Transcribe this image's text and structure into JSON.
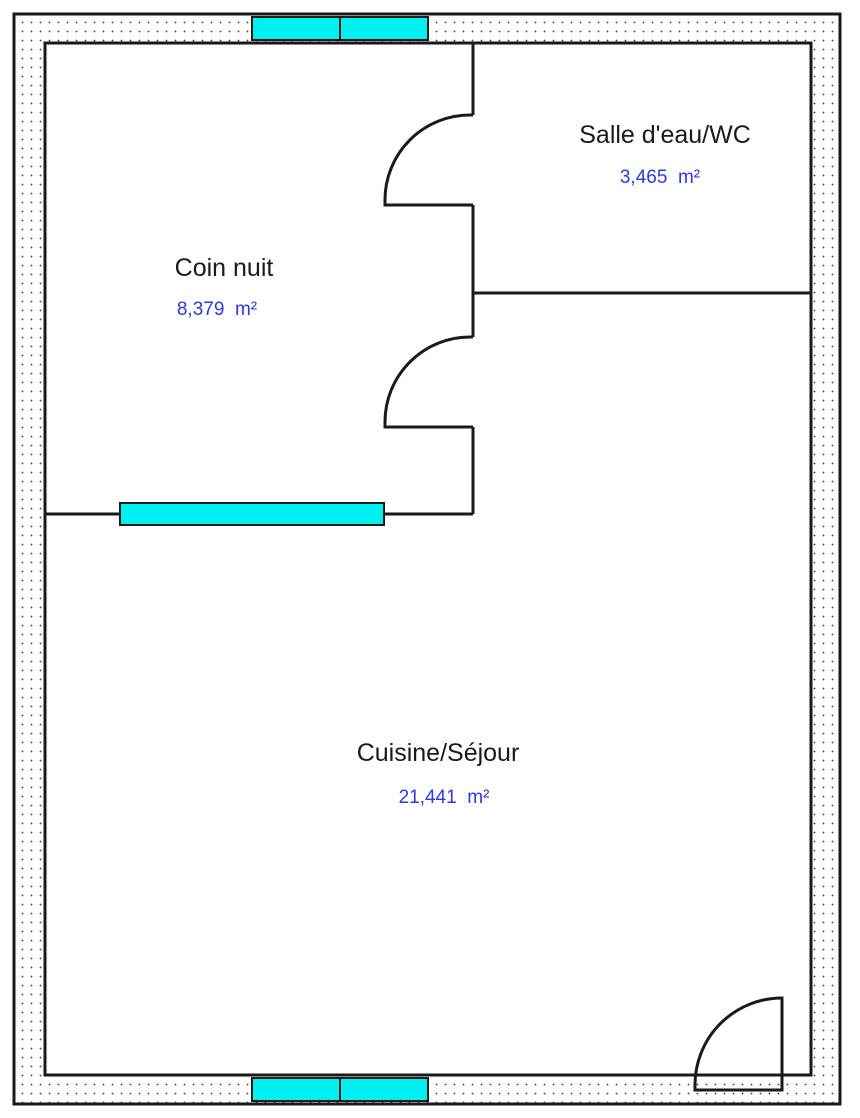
{
  "colors": {
    "wall": "#1a1a1a",
    "window": "#00f0f0",
    "area_text": "#2b3bdc",
    "wall_fill_dots": "#3a3a3a",
    "background": "#ffffff"
  },
  "rooms": [
    {
      "name": "Salle d'eau/WC",
      "area": "3,465  m²"
    },
    {
      "name": "Coin nuit",
      "area": "8,379  m²"
    },
    {
      "name": "Cuisine/Séjour",
      "area": "21,441  m²"
    }
  ]
}
